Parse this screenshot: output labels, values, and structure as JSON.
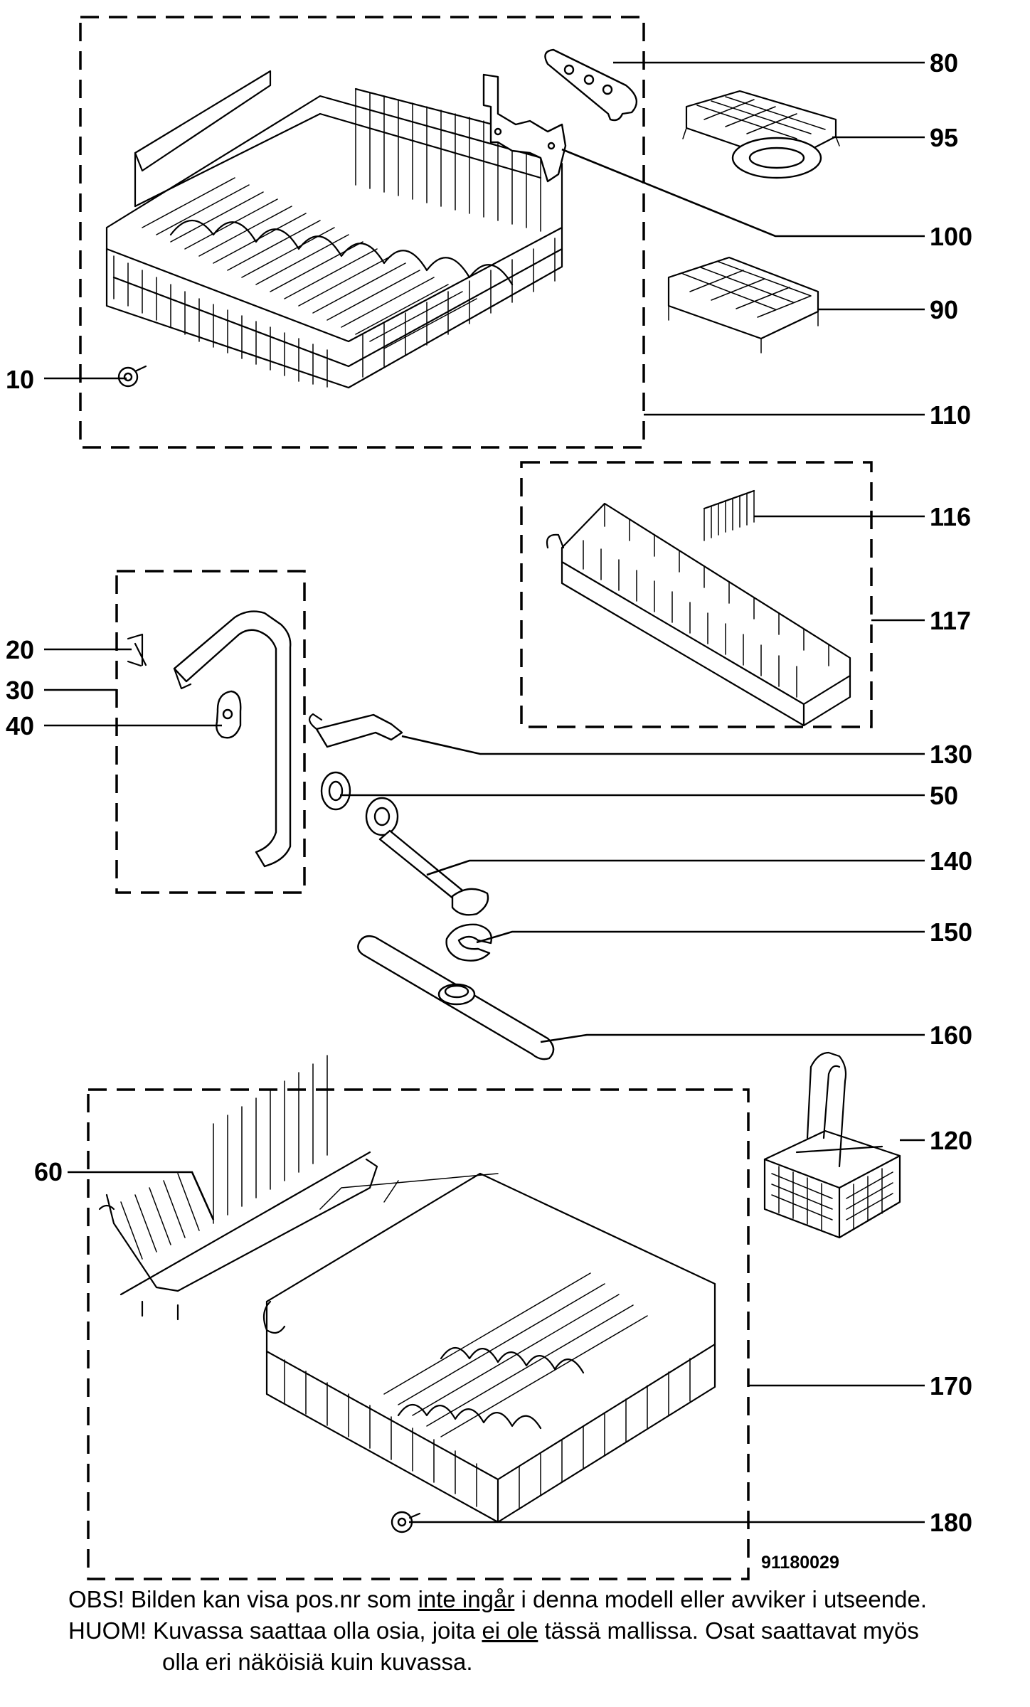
{
  "diagram": {
    "callouts": {
      "p10": "10",
      "p20": "20",
      "p30": "30",
      "p40": "40",
      "p50": "50",
      "p60": "60",
      "p80": "80",
      "p90": "90",
      "p95": "95",
      "p100": "100",
      "p110": "110",
      "p116": "116",
      "p117": "117",
      "p120": "120",
      "p130": "130",
      "p140": "140",
      "p150": "150",
      "p160": "160",
      "p170": "170",
      "p180": "180"
    },
    "document_number": "91180029"
  },
  "notes": {
    "line1": {
      "a": "OBS! Bilden kan visa pos.nr som ",
      "u": "inte ingår",
      "b": " i denna modell eller avviker i utseende."
    },
    "line2": {
      "a": "HUOM! Kuvassa saattaa olla osia, joita ",
      "u": "ei ole",
      "b": " tässä mallissa. Osat saattavat myös"
    },
    "line3": "olla eri näköisiä kuin kuvassa."
  }
}
